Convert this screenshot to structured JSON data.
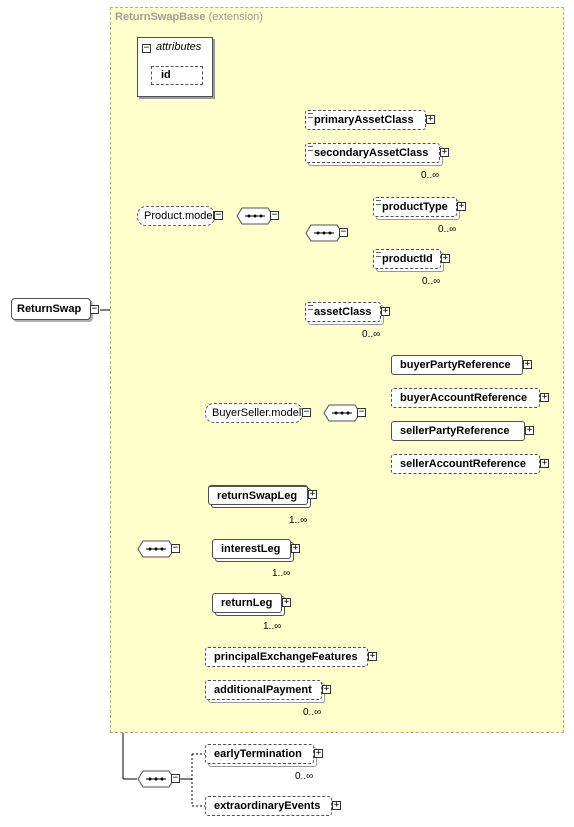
{
  "diagram": {
    "root": {
      "label": "ReturnSwap"
    },
    "extension": {
      "base": "ReturnSwapBase",
      "suffix": "(extension)"
    },
    "attributes": {
      "title": "attributes",
      "items": [
        "id"
      ]
    },
    "groups": {
      "product_model": "Product.model",
      "buyer_seller_model": "BuyerSeller.model"
    },
    "elements": {
      "primaryAssetClass": {
        "label": "primaryAssetClass",
        "cardinality": ""
      },
      "secondaryAssetClass": {
        "label": "secondaryAssetClass",
        "cardinality": "0..∞"
      },
      "productType": {
        "label": "productType",
        "cardinality": "0..∞"
      },
      "productId": {
        "label": "productId",
        "cardinality": "0..∞"
      },
      "assetClass": {
        "label": "assetClass",
        "cardinality": "0..∞"
      },
      "buyerPartyReference": {
        "label": "buyerPartyReference"
      },
      "buyerAccountReference": {
        "label": "buyerAccountReference"
      },
      "sellerPartyReference": {
        "label": "sellerPartyReference"
      },
      "sellerAccountReference": {
        "label": "sellerAccountReference"
      },
      "returnSwapLeg": {
        "label": "returnSwapLeg",
        "cardinality": "1..∞"
      },
      "interestLeg": {
        "label": "interestLeg",
        "cardinality": "1..∞"
      },
      "returnLeg": {
        "label": "returnLeg",
        "cardinality": "1..∞"
      },
      "principalExchangeFeatures": {
        "label": "principalExchangeFeatures"
      },
      "additionalPayment": {
        "label": "additionalPayment",
        "cardinality": "0..∞"
      },
      "earlyTermination": {
        "label": "earlyTermination",
        "cardinality": "0..∞"
      },
      "extraordinaryEvents": {
        "label": "extraordinaryEvents"
      }
    },
    "colors": {
      "extension_bg": "#ffffcc",
      "line": "#000000",
      "border": "#505050"
    }
  }
}
